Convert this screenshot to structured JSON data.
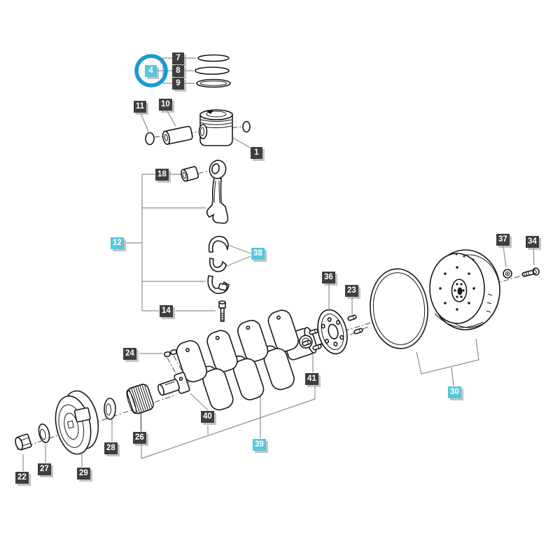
{
  "diagram": {
    "kind": "exploded-parts-diagram",
    "subject": "engine piston, crankshaft and flywheel assembly",
    "background_color": "#ffffff",
    "label_dark_color": "#3e3e3e",
    "label_accent_color": "#57c7dc",
    "label_text_color": "#ffffff",
    "highlight_ring_color": "#189bd7",
    "selected_callout": "4"
  },
  "callouts": [
    {
      "id": "7",
      "style": "dark"
    },
    {
      "id": "8",
      "style": "dark"
    },
    {
      "id": "9",
      "style": "dark"
    },
    {
      "id": "4",
      "style": "accent",
      "highlighted": true
    },
    {
      "id": "11",
      "style": "dark"
    },
    {
      "id": "10",
      "style": "dark"
    },
    {
      "id": "1",
      "style": "dark"
    },
    {
      "id": "18",
      "style": "dark"
    },
    {
      "id": "12",
      "style": "accent"
    },
    {
      "id": "38",
      "style": "accent"
    },
    {
      "id": "14",
      "style": "dark"
    },
    {
      "id": "24",
      "style": "dark"
    },
    {
      "id": "40",
      "style": "dark"
    },
    {
      "id": "26",
      "style": "dark"
    },
    {
      "id": "28",
      "style": "dark"
    },
    {
      "id": "29",
      "style": "dark"
    },
    {
      "id": "27",
      "style": "dark"
    },
    {
      "id": "22",
      "style": "dark"
    },
    {
      "id": "39",
      "style": "accent"
    },
    {
      "id": "41",
      "style": "dark"
    },
    {
      "id": "36",
      "style": "dark"
    },
    {
      "id": "23",
      "style": "dark"
    },
    {
      "id": "30",
      "style": "accent"
    },
    {
      "id": "37",
      "style": "dark"
    },
    {
      "id": "34",
      "style": "dark"
    }
  ]
}
